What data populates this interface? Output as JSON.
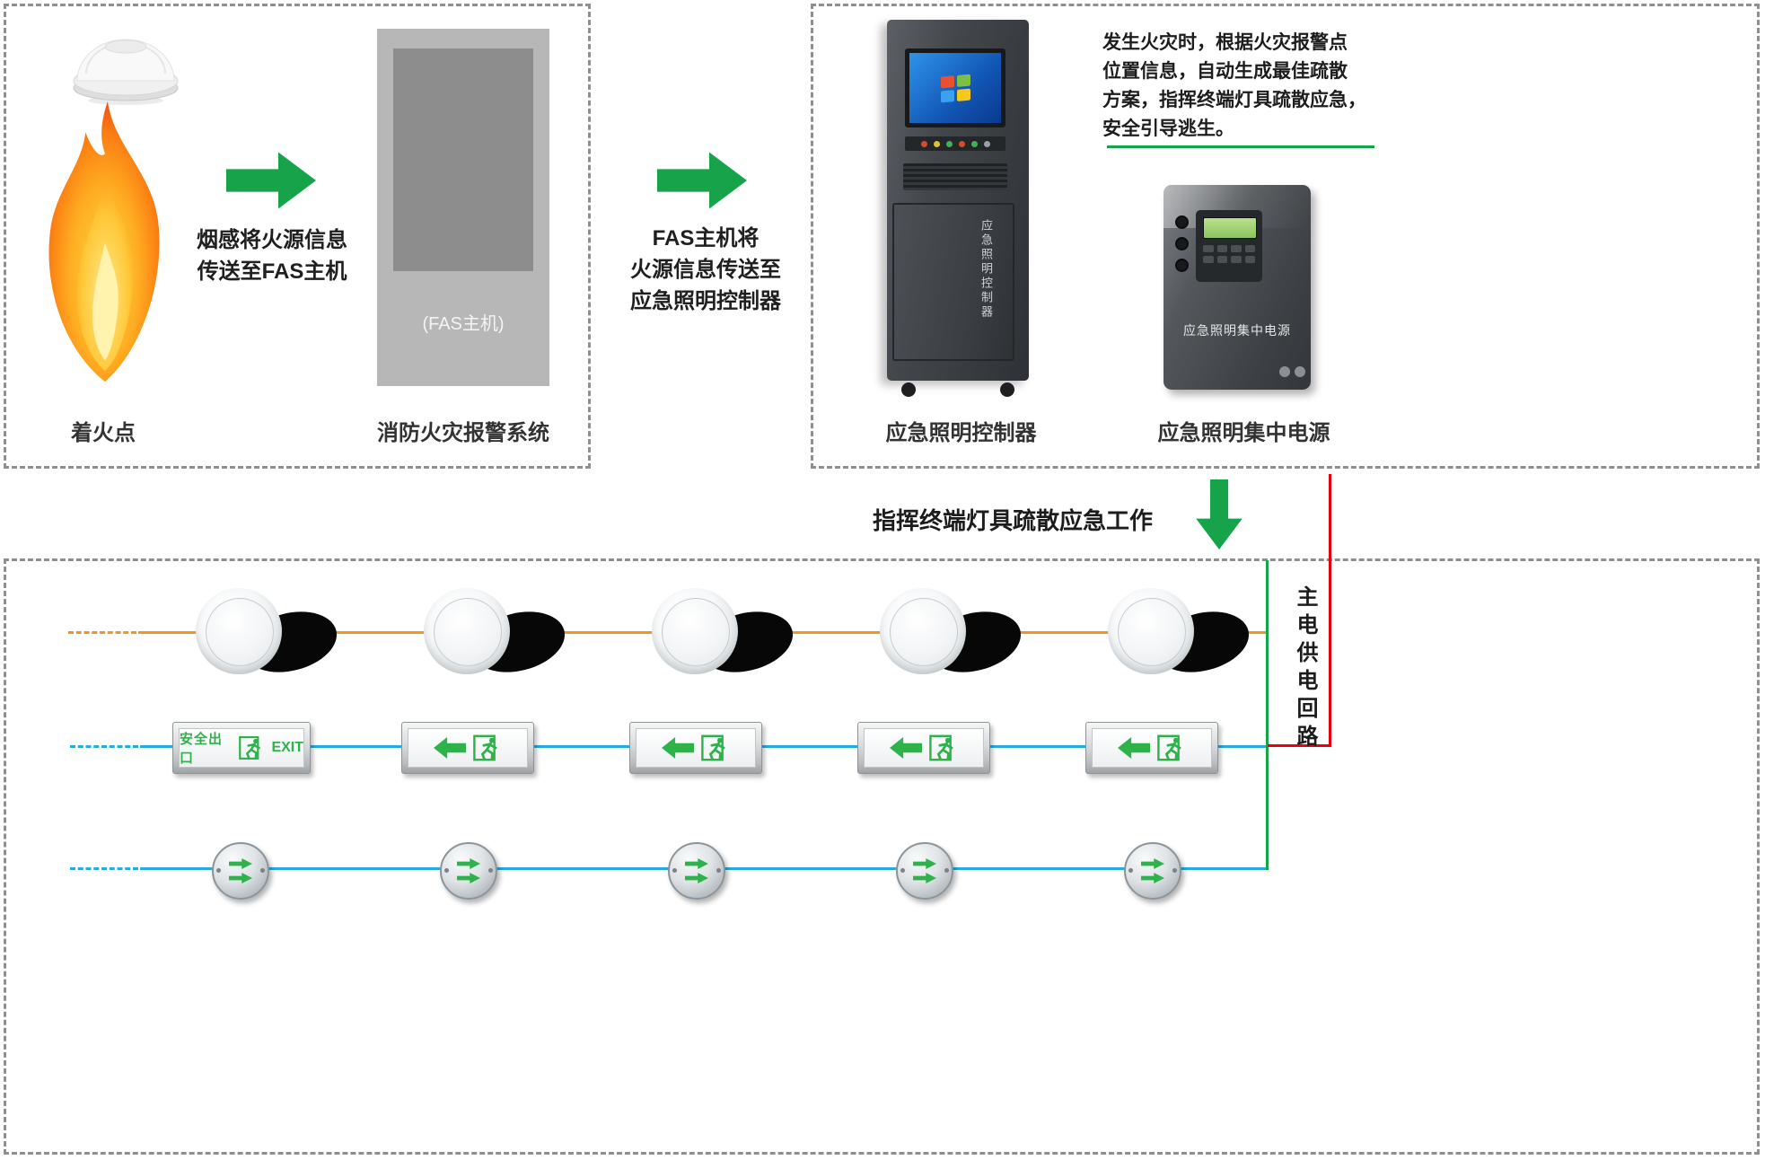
{
  "colors": {
    "arrow_green": "#17a34a",
    "sign_green": "#2db34a",
    "circuit_orange": "#f7941e",
    "circuit_blue": "#29abe2",
    "circuit_red": "#e60012",
    "box_border_gray": "#8f8f8f"
  },
  "fire_box": {
    "fire_label": "着火点",
    "arrow_caption": [
      "烟感将火源信息",
      "传送至FAS主机"
    ],
    "fas_caption": "(FAS主机)",
    "system_label": "消防火灾报警系统"
  },
  "link": {
    "caption": [
      "FAS主机将",
      "火源信息传送至",
      "应急照明控制器"
    ]
  },
  "control_box": {
    "description": [
      "发生火灾时，根据火灾报警点",
      "位置信息，自动生成最佳疏散",
      "方案，指挥终端灯具疏散应急，",
      "安全引导逃生。"
    ],
    "controller_label": "应急照明控制器",
    "controller_device_text": "应急照明控制器",
    "power_label": "应急照明集中电源",
    "power_device_text": "应急照明集中电源"
  },
  "dispatch_caption": "指挥终端灯具疏散应急工作",
  "terminal_box": {
    "exit_cn": "安全出口",
    "exit_en": "EXIT",
    "main_power_loop": "主电供电回路"
  }
}
